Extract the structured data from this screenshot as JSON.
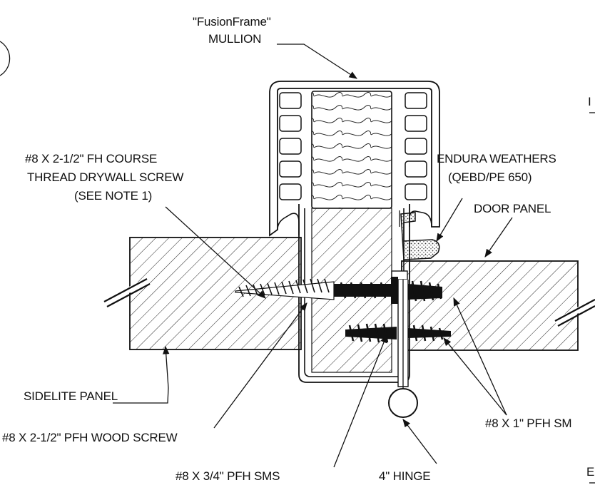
{
  "labels": {
    "mullion_name": "\"FusionFrame\"",
    "mullion": "MULLION",
    "drywall_screw_1": "#8 X 2-1/2\" FH COURSE",
    "drywall_screw_2": "THREAD DRYWALL SCREW",
    "drywall_screw_3": "(SEE NOTE 1)",
    "weatherstrip_1": "ENDURA WEATHERS",
    "weatherstrip_2": "(QEBD/PE 650)",
    "door_panel": "DOOR PANEL",
    "sidelite_panel": "SIDELITE PANEL",
    "wood_screw": "#8 X 2-1/2\" PFH WOOD SCREW",
    "sms_short": "#8 X 3/4\" PFH SMS",
    "hinge": "4\" HINGE",
    "sms_long": "#8 X 1\" PFH SM",
    "edge_letter_top": "I",
    "edge_letter_bottom": "E"
  }
}
